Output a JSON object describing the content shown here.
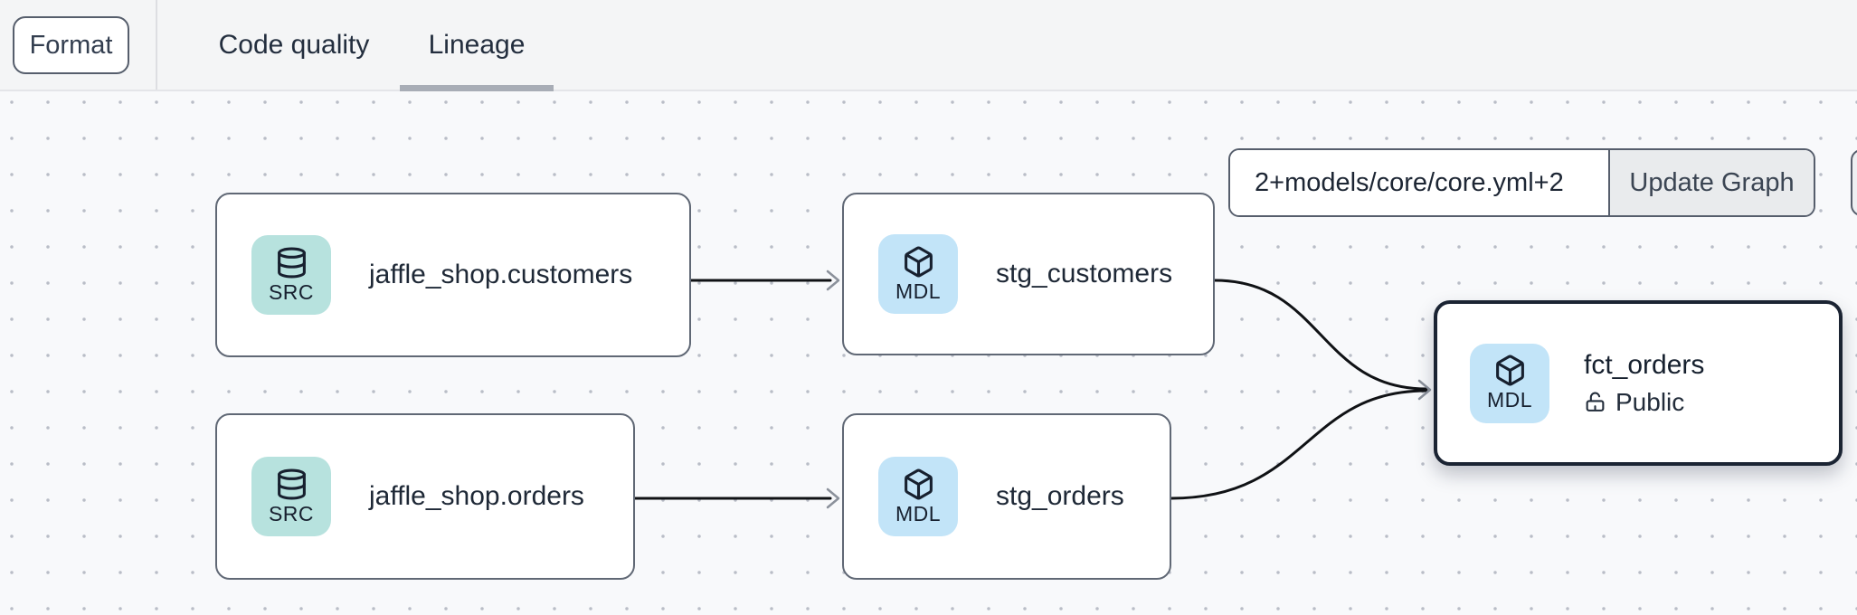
{
  "topbar": {
    "format_button_label": "Format",
    "tabs": [
      {
        "label": "Code quality",
        "active": false
      },
      {
        "label": "Lineage",
        "active": true
      }
    ]
  },
  "graph_controls": {
    "selector_value": "2+models/core/core.yml+2",
    "update_button_label": "Update Graph"
  },
  "canvas": {
    "nodes": [
      {
        "id": "jaffle_shop.customers",
        "label": "jaffle_shop.customers",
        "badge": "SRC",
        "type": "source",
        "icon": "database-icon",
        "selected": false
      },
      {
        "id": "stg_customers",
        "label": "stg_customers",
        "badge": "MDL",
        "type": "model",
        "icon": "cube-icon",
        "selected": false
      },
      {
        "id": "jaffle_shop.orders",
        "label": "jaffle_shop.orders",
        "badge": "SRC",
        "type": "source",
        "icon": "database-icon",
        "selected": false
      },
      {
        "id": "stg_orders",
        "label": "stg_orders",
        "badge": "MDL",
        "type": "model",
        "icon": "cube-icon",
        "selected": false
      },
      {
        "id": "fct_orders",
        "label": "fct_orders",
        "badge": "MDL",
        "type": "model",
        "icon": "cube-icon",
        "access": "Public",
        "selected": true
      }
    ],
    "edges": [
      {
        "from": "jaffle_shop.customers",
        "to": "stg_customers"
      },
      {
        "from": "jaffle_shop.orders",
        "to": "stg_orders"
      },
      {
        "from": "stg_customers",
        "to": "fct_orders"
      },
      {
        "from": "stg_orders",
        "to": "fct_orders"
      }
    ]
  },
  "colors": {
    "source_badge_bg": "#b7e2de",
    "model_badge_bg": "#c2e4f8",
    "node_border": "#606875",
    "selected_node_border": "#1b2433",
    "edge": "#101215",
    "arrowhead": "#8b919b",
    "tab_underline": "#a8adb6",
    "topbar_bg": "#f4f5f6",
    "canvas_bg": "#f8f9fb"
  }
}
